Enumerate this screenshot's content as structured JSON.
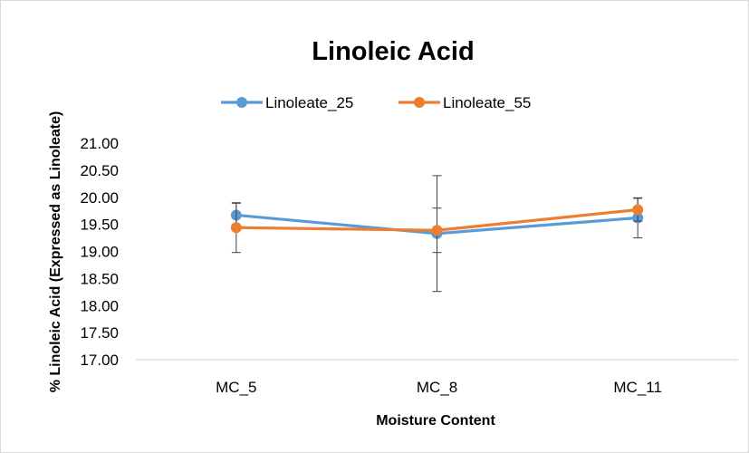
{
  "chart_data": {
    "type": "line",
    "title": "Linoleic Acid",
    "xlabel": "Moisture Content",
    "ylabel": "% Linoleic Acid (Expressed as Linoleate)",
    "categories": [
      "MC_5",
      "MC_8",
      "MC_11"
    ],
    "ylim": [
      17.0,
      21.0
    ],
    "yticks": [
      "17.00",
      "17.50",
      "18.00",
      "18.50",
      "19.00",
      "19.50",
      "20.00",
      "20.50",
      "21.00"
    ],
    "grid": false,
    "legend_position": "top",
    "series": [
      {
        "name": "Linoleate_25",
        "color": "#5b9bd5",
        "values": [
          19.67,
          19.33,
          19.62
        ],
        "error": [
          0.22,
          1.07,
          0.37
        ]
      },
      {
        "name": "Linoleate_55",
        "color": "#ed7d31",
        "values": [
          19.44,
          19.39,
          19.77
        ],
        "error": [
          0.46,
          0.41,
          0.21
        ]
      }
    ]
  }
}
